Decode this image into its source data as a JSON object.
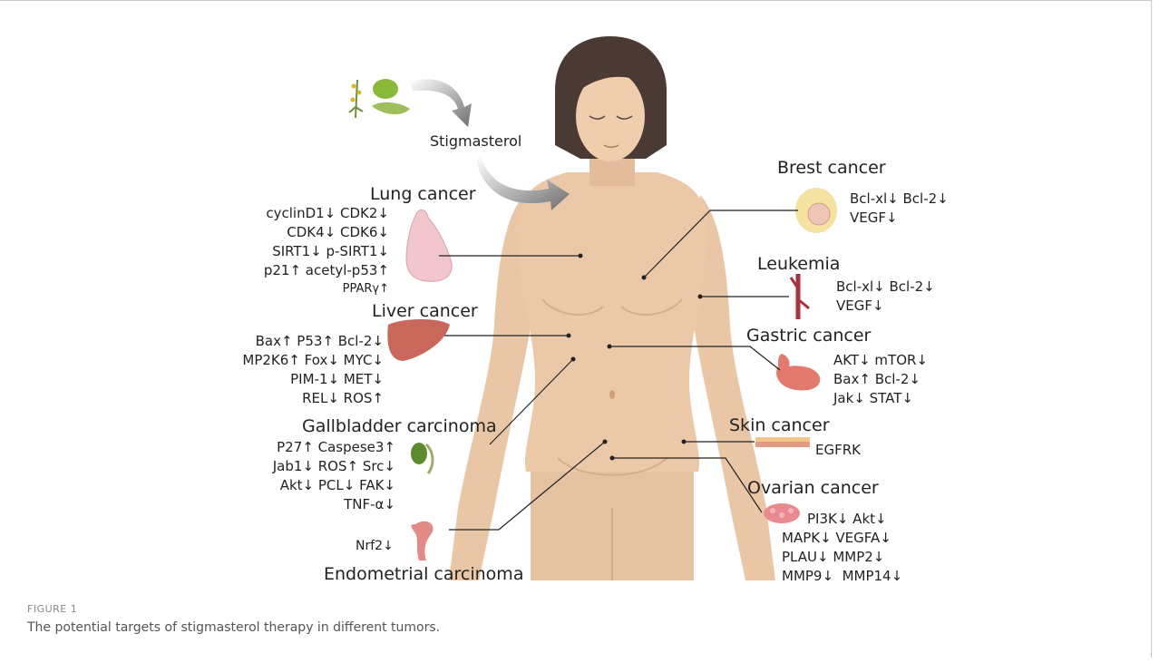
{
  "figure": {
    "label": "FIGURE 1",
    "caption": "The potential targets of stigmasterol therapy in different tumors."
  },
  "compound": "Stigmasterol",
  "cancers": {
    "lung": {
      "name": "Lung cancer",
      "lines": [
        "cyclinD1↓ CDK2↓",
        "CDK4↓ CDK6↓",
        "SIRT1↓ p-SIRT1↓",
        "p21↑ acetyl-p53↑",
        "PPARγ↑"
      ]
    },
    "liver": {
      "name": "Liver cancer",
      "lines": [
        "Bax↑ P53↑ Bcl-2↓",
        "MP2K6↑ Fox↓ MYC↓",
        "PIM-1↓ MET↓",
        "REL↓ ROS↑"
      ]
    },
    "gallbladder": {
      "name": "Gallbladder carcinoma",
      "lines": [
        "P27↑ Caspese3↑",
        "Jab1↓ ROS↑ Src↓",
        "Akt↓ PCL↓ FAK↓",
        "TNF-α↓"
      ]
    },
    "endometrial": {
      "name": "Endometrial carcinoma",
      "lines": [
        "Nrf2↓"
      ]
    },
    "breast": {
      "name": "Brest cancer",
      "lines": [
        "Bcl-xl↓ Bcl-2↓",
        "VEGF↓"
      ]
    },
    "leukemia": {
      "name": "Leukemia",
      "lines": [
        "Bcl-xl↓ Bcl-2↓",
        "VEGF↓"
      ]
    },
    "gastric": {
      "name": "Gastric cancer",
      "lines": [
        "AKT↓ mTOR↓",
        "Bax↑ Bcl-2↓",
        "Jak↓ STAT↓"
      ]
    },
    "skin": {
      "name": "Skin cancer",
      "lines": [
        "EGFRK"
      ]
    },
    "ovarian": {
      "name": "Ovarian cancer",
      "lines": [
        "PI3K↓ Akt↓",
        "MAPK↓ VEGFA↓",
        "PLAU↓ MMP2↓",
        "MMP9↓  MMP14↓"
      ]
    }
  },
  "colors": {
    "skin": "#e9c7a6",
    "hair": "#4a3a33",
    "lung": "#f1c6cc",
    "liver": "#c9675b",
    "arrow": "#777777"
  }
}
